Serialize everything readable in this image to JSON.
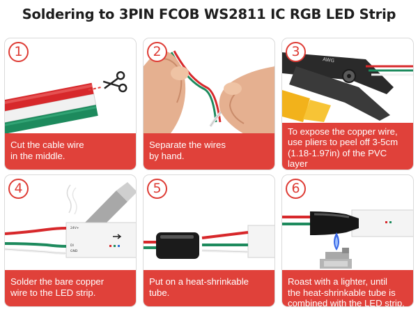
{
  "title": "Soldering to 3PIN FCOB WS2811 IC RGB LED Strip",
  "colors": {
    "accent": "#e0413a",
    "wire_red": "#d7282b",
    "wire_green": "#1d8a5d",
    "wire_white": "#f2f2f2"
  },
  "steps": [
    {
      "number": "1",
      "caption": "Cut the cable wire\nin the middle.",
      "icon": "scissors-icon"
    },
    {
      "number": "2",
      "caption": "Separate the wires\nby hand."
    },
    {
      "number": "3",
      "caption": "To expose the copper wire,\nuse pliers to peel off 3-5cm\n(1.18-1.97in) of the PVC layer\nat the end."
    },
    {
      "number": "4",
      "caption": "Solder the bare copper\nwire to the LED strip."
    },
    {
      "number": "5",
      "caption": "Put on a heat-shrinkable\ntube."
    },
    {
      "number": "6",
      "caption": "Roast with a lighter, until\nthe heat-shrinkable tube is\ncombined with the LED strip."
    }
  ],
  "strip_labels": {
    "plus": "24V+",
    "data": "DI",
    "gnd": "GND"
  }
}
